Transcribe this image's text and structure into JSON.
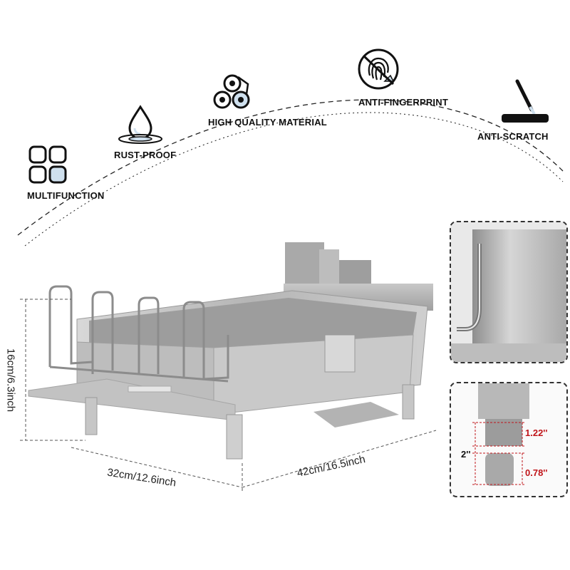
{
  "features": {
    "multifunction": "MULTIFUNCTION",
    "rust_proof": "RUST-PROOF",
    "high_quality": "HIGH QUALITY MATERIAL",
    "anti_fingerprint": "ANTI-FINGERPRINT",
    "anti_scratch": "ANTI-SCRATCH"
  },
  "dimensions": {
    "height": "16cm/6.3inch",
    "depth": "32cm/12.6inch",
    "width": "42cm/16.5inch"
  },
  "leg_detail": {
    "upper": "1.22''",
    "total": "2''",
    "lower": "0.78''"
  },
  "colors": {
    "accent_red": "#c0151a",
    "steel": "#b9b9b9",
    "light_blue": "#cfe0ee"
  }
}
